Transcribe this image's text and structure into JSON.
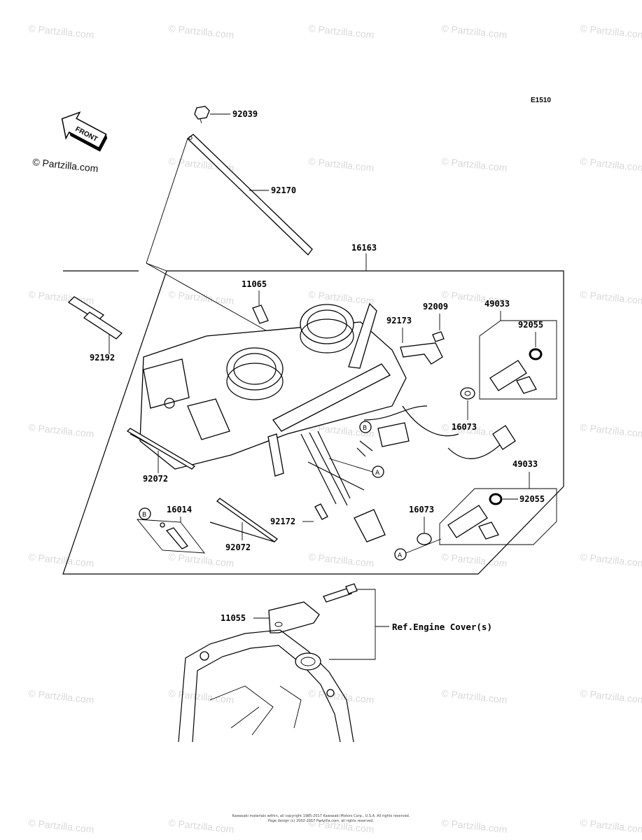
{
  "diagram_code": "E1510",
  "front_label": "FRONT",
  "watermark_text": "© Partzilla.com",
  "watermark_positions": [],
  "part_labels": {
    "p92039": "92039",
    "p92170": "92170",
    "p16163": "16163",
    "p11065": "11065",
    "p92009": "92009",
    "p92173": "92173",
    "p49033a": "49033",
    "p92055a": "92055",
    "p92192": "92192",
    "p16073a": "16073",
    "p92072a": "92072",
    "p49033b": "49033",
    "p92055b": "92055",
    "p16014": "16014",
    "p16073b": "16073",
    "p92172": "92172",
    "p92072b": "92072",
    "p11055": "11055"
  },
  "ref_label": "Ref.Engine Cover(s)",
  "callouts": {
    "a1": "A",
    "a2": "A",
    "b1": "B",
    "b2": "B"
  },
  "copyright_line1": "Kawasaki materials within, all copyright 1985-2017 Kawasaki Motors Corp., U.S.A. All rights reserved.",
  "copyright_line2": "Page design (c) 2002-2017 Partzilla.com, all rights reserved."
}
